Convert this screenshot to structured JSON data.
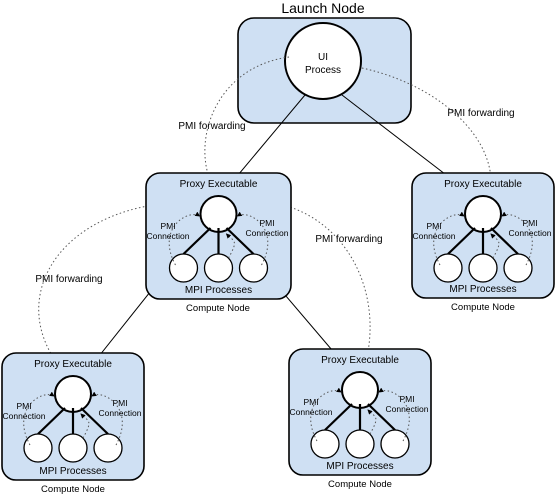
{
  "launch_node": {
    "title": "Launch Node",
    "process_line1": "UI",
    "process_line2": "Process"
  },
  "nodes": [
    {
      "proxy_label": "Proxy Executable",
      "pmi_line1": "PMI",
      "pmi_line2": "Connection",
      "mpi_label": "MPI Processes",
      "node_label": "Compute Node"
    },
    {
      "proxy_label": "Proxy Executable",
      "pmi_line1": "PMI",
      "pmi_line2": "Connection",
      "mpi_label": "MPI Processes",
      "node_label": "Compute Node"
    },
    {
      "proxy_label": "Proxy Executable",
      "pmi_line1": "PMI",
      "pmi_line2": "Connection",
      "mpi_label": "MPI Processes",
      "node_label": "Compute Node"
    },
    {
      "proxy_label": "Proxy Executable",
      "pmi_line1": "PMI",
      "pmi_line2": "Connection",
      "mpi_label": "MPI Processes",
      "node_label": "Compute Node"
    }
  ],
  "edge_labels": {
    "pmi_forwarding_left": "PMI forwarding",
    "pmi_forwarding_right": "PMI forwarding",
    "pmi_forwarding_mid": "PMI forwarding",
    "pmi_forwarding_lower": "PMI forwarding"
  }
}
